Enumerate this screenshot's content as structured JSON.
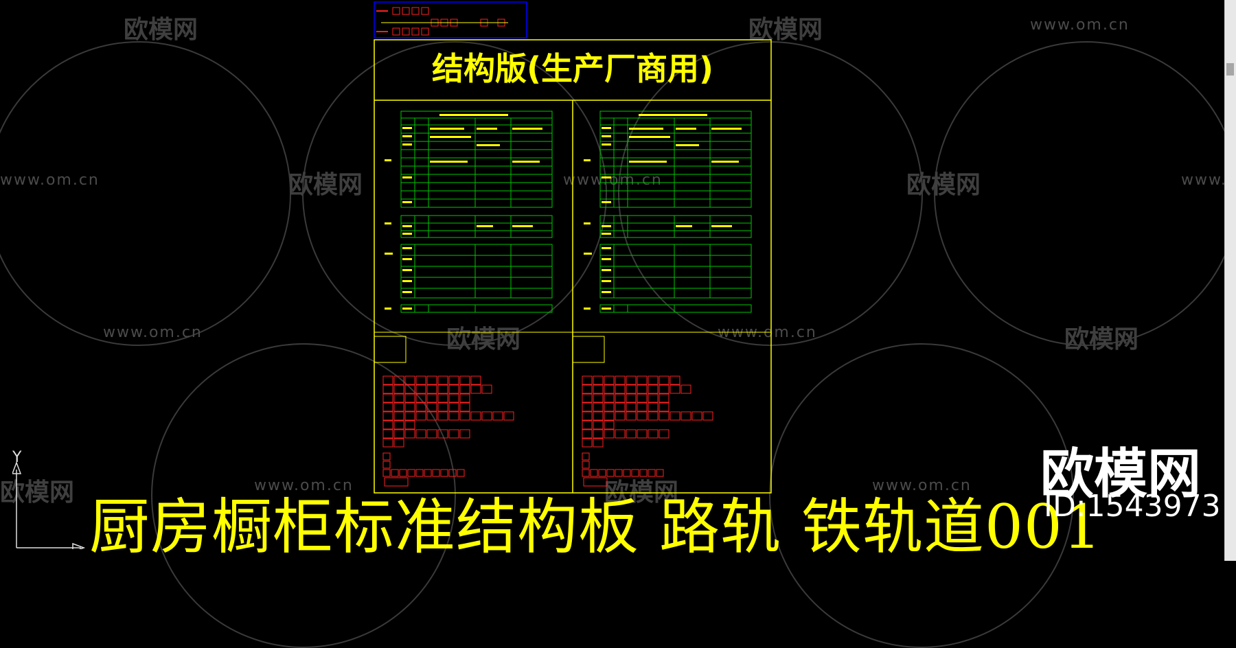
{
  "title_block": {
    "heading": "结构版(生产厂商用)"
  },
  "bottom_title": "厨房橱柜标准结构板  路轨  铁轨道001",
  "brand": {
    "logo_text": "欧模网",
    "id_text": "ID:1543973"
  },
  "watermark": {
    "logo_text": "欧模网",
    "url_text": "www.om.cn"
  },
  "ucs": {
    "y_label": "Y"
  },
  "colors": {
    "background": "#000000",
    "border_yellow": "#ffff00",
    "table_green": "#00c800",
    "block_red": "#ff2020",
    "text_white": "#ffffff",
    "scroll_track": "#e8e8e8",
    "viewport_blue": "#0000ff"
  }
}
